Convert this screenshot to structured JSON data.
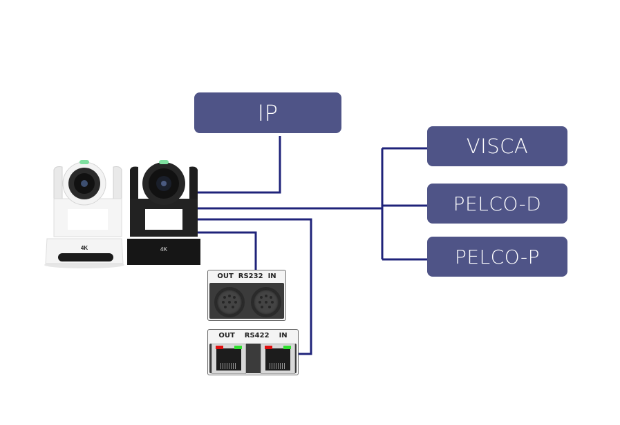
{
  "diagram": {
    "protocols": {
      "ip": "IP",
      "visca": "VISCA",
      "pelco_d": "PELCO-D",
      "pelco_p": "PELCO-P"
    },
    "cameras": [
      {
        "color": "white",
        "badge": "4K"
      },
      {
        "color": "black",
        "badge": "4K"
      }
    ],
    "ports": {
      "rs232": {
        "out": "OUT",
        "name": "RS232",
        "in": "IN"
      },
      "rs422": {
        "out": "OUT",
        "name": "RS422",
        "in": "IN"
      }
    },
    "colors": {
      "box": "#4f5487",
      "line": "#1f237a",
      "text": "#ffffff"
    }
  }
}
